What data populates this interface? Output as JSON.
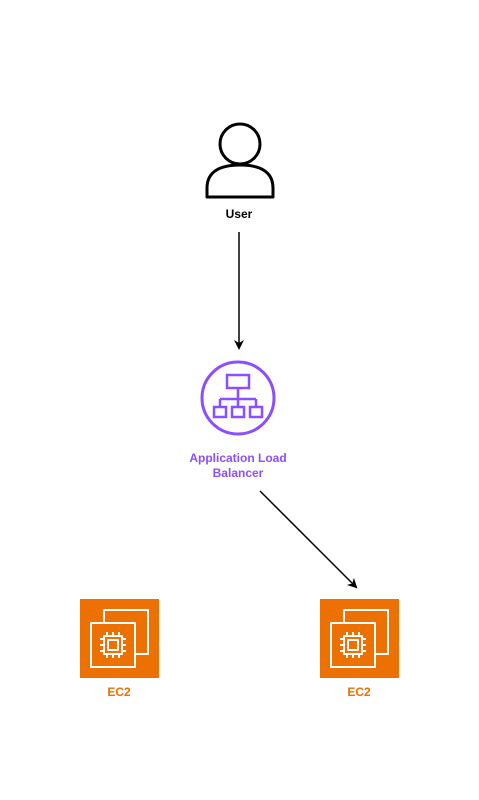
{
  "diagram": {
    "user": {
      "label": "User",
      "icon": "user-icon"
    },
    "alb": {
      "label_line1": "Application Load",
      "label_line2": "Balancer",
      "icon": "application-load-balancer-icon",
      "color": "#8C4FFF"
    },
    "ec2_left": {
      "label": "EC2",
      "icon": "ec2-instance-icon",
      "color": "#ED7100"
    },
    "ec2_right": {
      "label": "EC2",
      "icon": "ec2-instance-icon",
      "color": "#ED7100"
    },
    "connections": [
      {
        "from": "User",
        "to": "Application Load Balancer"
      },
      {
        "from": "Application Load Balancer",
        "to": "EC2"
      }
    ],
    "colors": {
      "line": "#000000",
      "text": "#000000",
      "icon_fill_light": "#ffffff"
    }
  }
}
